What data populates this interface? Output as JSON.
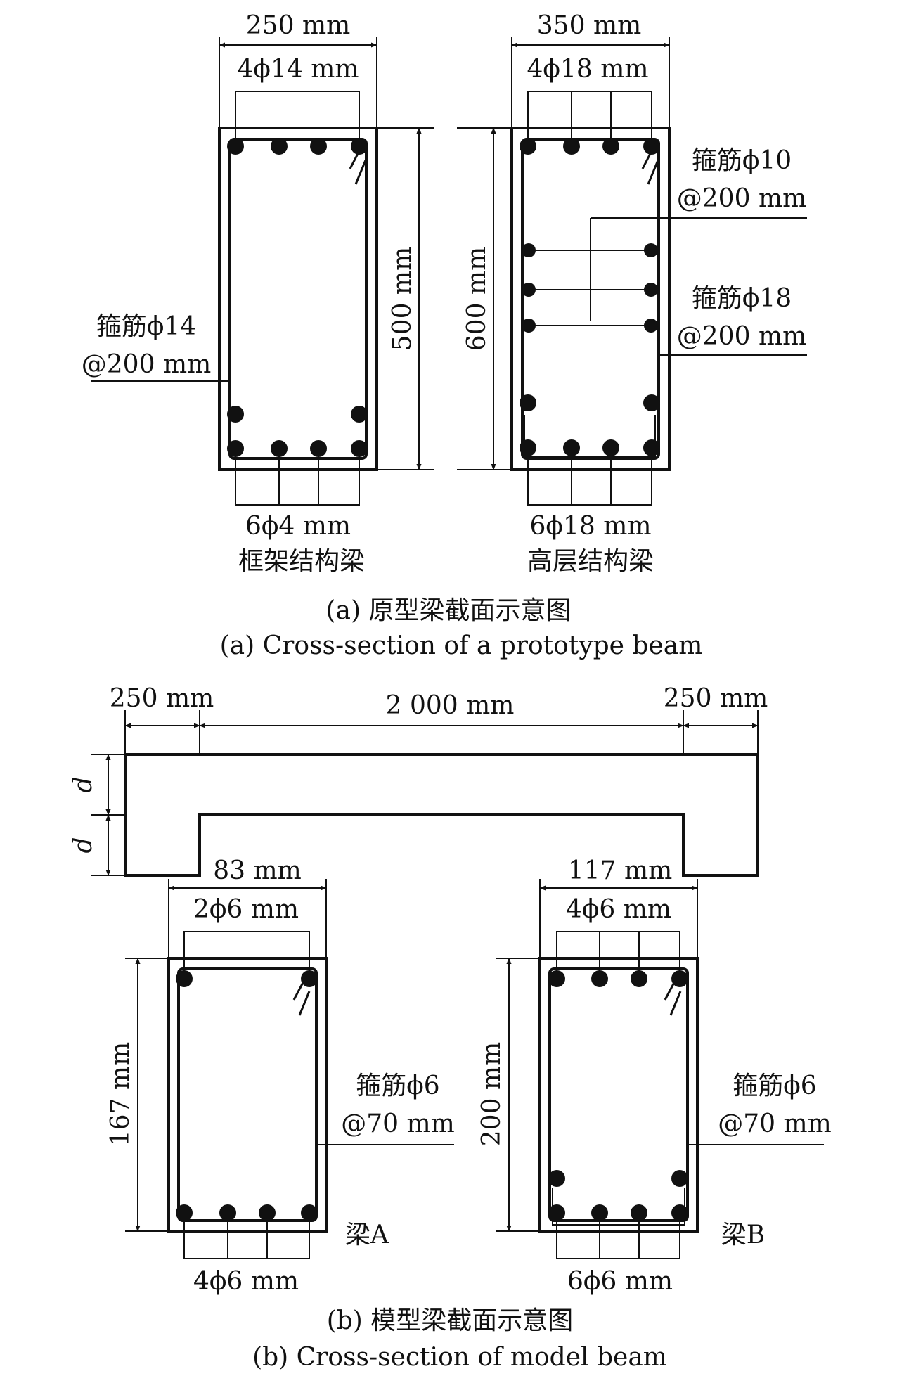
{
  "part_a": {
    "caption_cn": "(a) 原型梁截面示意图",
    "caption_en": "(a) Cross-section of a prototype beam",
    "frame_beam": {
      "name": "框架结构梁",
      "width": "250 mm",
      "height": "500 mm",
      "top_bars": "4ϕ14 mm",
      "bottom_bars": "6ϕ4 mm",
      "stirrup_line1": "箍筋ϕ14",
      "stirrup_line2": "@200 mm"
    },
    "highrise_beam": {
      "name": "高层结构梁",
      "width": "350 mm",
      "height": "600 mm",
      "top_bars": "4ϕ18 mm",
      "bottom_bars": "6ϕ18 mm",
      "stirrup_a_line1": "箍筋ϕ10",
      "stirrup_a_line2": "@200 mm",
      "stirrup_b_line1": "箍筋ϕ18",
      "stirrup_b_line2": "@200 mm"
    }
  },
  "part_b": {
    "caption_cn": "(b) 模型梁截面示意图",
    "caption_en": "(b) Cross-section of model beam",
    "elevation": {
      "left_support": "250 mm",
      "span": "2 000 mm",
      "right_support": "250 mm",
      "depth_upper": "d",
      "depth_lower": "d"
    },
    "beam_a": {
      "name": "梁A",
      "width": "83 mm",
      "height": "167 mm",
      "top_bars": "2ϕ6 mm",
      "bottom_bars": "4ϕ6 mm",
      "stirrup_line1": "箍筋ϕ6",
      "stirrup_line2": "@70 mm"
    },
    "beam_b": {
      "name": "梁B",
      "width": "117 mm",
      "height": "200 mm",
      "top_bars": "4ϕ6 mm",
      "bottom_bars": "6ϕ6 mm",
      "stirrup_line1": "箍筋ϕ6",
      "stirrup_line2": "@70 mm"
    }
  }
}
